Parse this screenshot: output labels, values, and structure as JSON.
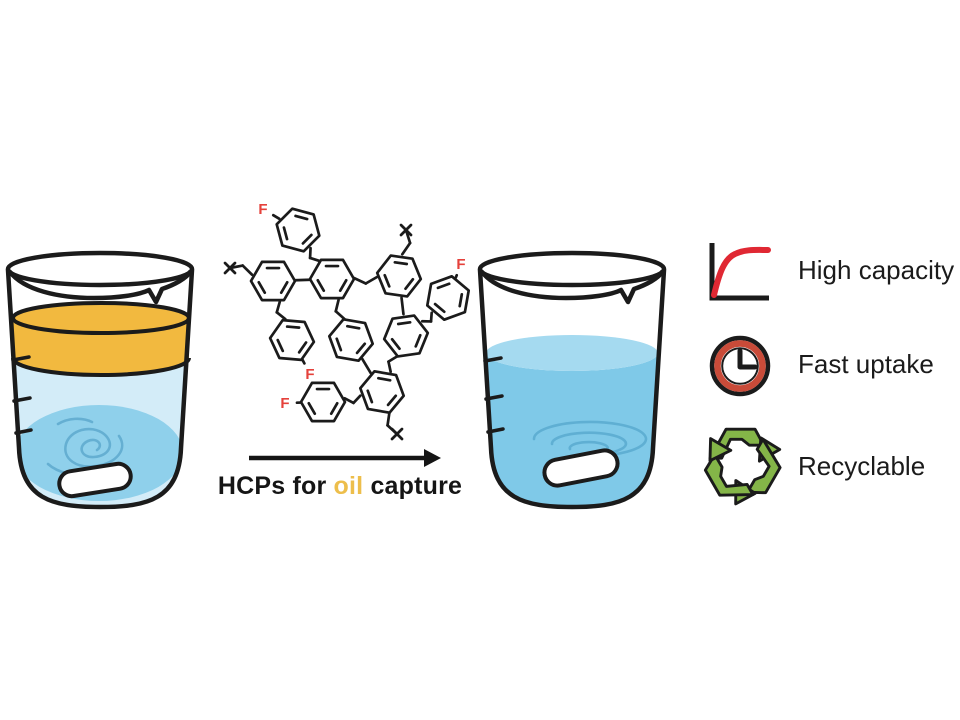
{
  "figure": {
    "caption": {
      "pre": "HCPs for ",
      "highlight": "oil",
      "post": " capture"
    },
    "molecule": {
      "atom_label": "F"
    },
    "features": [
      {
        "icon": "capacity-curve-icon",
        "label": "High capacity"
      },
      {
        "icon": "clock-icon",
        "label": "Fast uptake"
      },
      {
        "icon": "recycle-icon",
        "label": "Recyclable"
      }
    ],
    "colors": {
      "ink": "#1b1b1b",
      "oil": "#F2B93F",
      "water_light": "#D3ECF8",
      "water_mid": "#8FD0EB",
      "swirl": "#65AFD2",
      "water_body": "#7FC9E8",
      "water_surface": "#A5DAF0",
      "ripple": "#5FAFD3",
      "fluorine_red": "#E5413B",
      "curve_red": "#E02833",
      "clock_ring": "#C94B39",
      "recycle_green": "#84B548",
      "oil_text": "#EDBE4B"
    }
  }
}
